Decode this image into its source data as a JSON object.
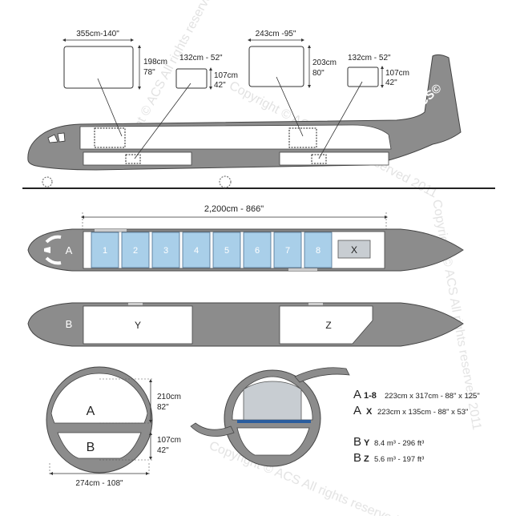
{
  "logo": {
    "text": "ACS©"
  },
  "watermark": {
    "text": "Copyright © ACS All rights reserved 2011"
  },
  "dimensions": {
    "main_deck_door_a": {
      "width": "355cm-140\"",
      "height_cm": "198cm",
      "height_in": "78\""
    },
    "lower_door_a": {
      "width": "132cm - 52\"",
      "height_cm": "107cm",
      "height_in": "42\""
    },
    "main_deck_door_b": {
      "width": "243cm -95\"",
      "height_cm": "203cm",
      "height_in": "80\""
    },
    "lower_door_b": {
      "width": "132cm - 52\"",
      "height_cm": "107cm",
      "height_in": "42\""
    },
    "hold_length": "2,200cm - 866\"",
    "section_upper_cm": "210cm",
    "section_upper_in": "82\"",
    "section_lower_cm": "107cm",
    "section_lower_in": "42\"",
    "section_width": "274cm - 108\""
  },
  "main_deck": {
    "deck_label": "A",
    "positions": [
      "1",
      "2",
      "3",
      "4",
      "5",
      "6",
      "7",
      "8"
    ],
    "extra_position": "X"
  },
  "lower_deck": {
    "deck_label": "B",
    "holds": [
      "Y",
      "Z"
    ]
  },
  "cross_section": {
    "upper_label": "A",
    "lower_label": "B"
  },
  "specs": [
    {
      "deck": "A",
      "pos": "1-8",
      "text": "223cm x 317cm - 88\" x 125\""
    },
    {
      "deck": "A",
      "pos": "X",
      "text": "223cm x 135cm - 88\" x 53\""
    },
    {
      "deck": "B",
      "pos": "Y",
      "text": "8.4 m³ - 296 ft³"
    },
    {
      "deck": "B",
      "pos": "Z",
      "text": "5.6 m³ - 197 ft³"
    }
  ]
}
